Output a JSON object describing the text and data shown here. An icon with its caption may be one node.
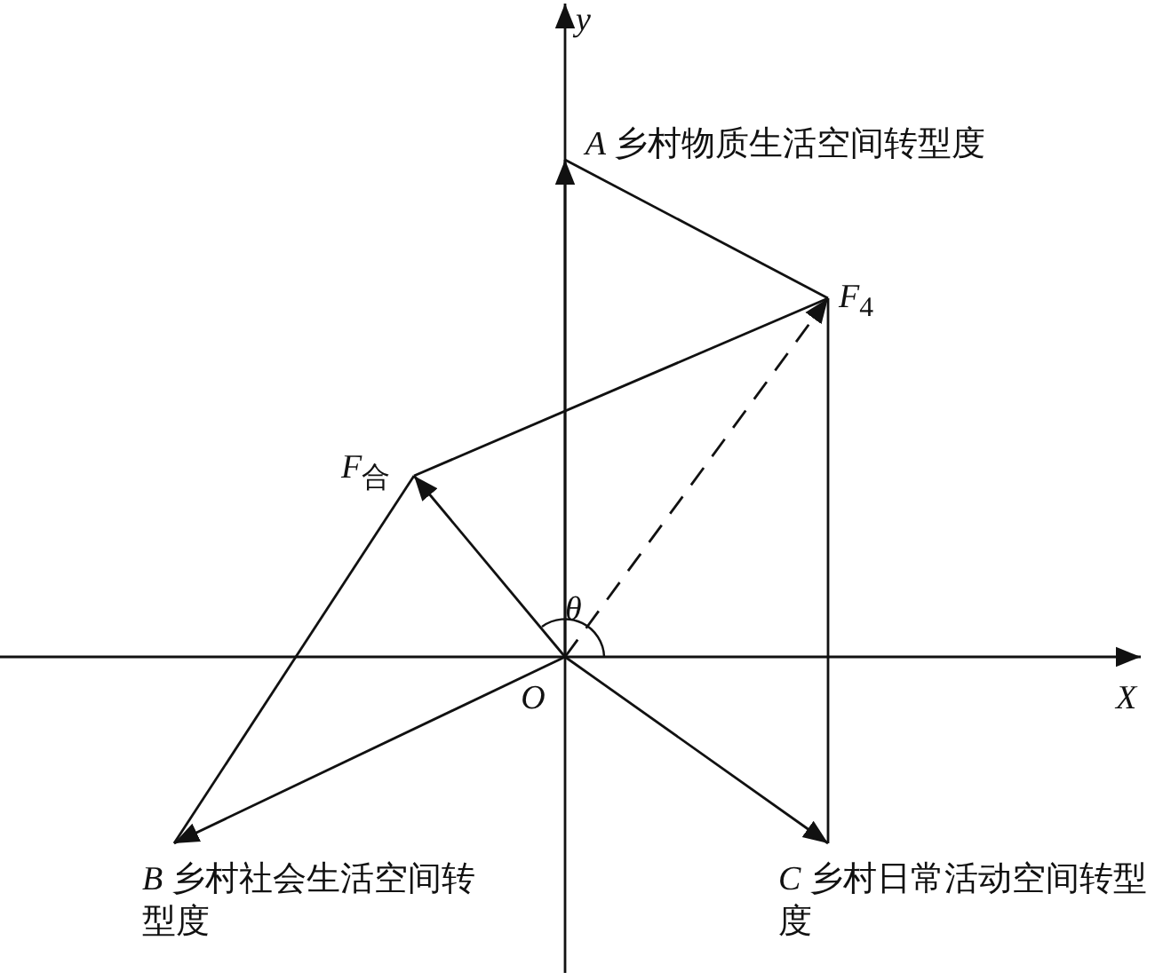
{
  "diagram": {
    "nodes": [
      {
        "text": [
          "*O*"
        ]
      },
      {
        "text": [
          "*A* 乡村物质生活空间转型度"
        ]
      },
      {
        "text": [
          "*B* 乡村社会生活空间转型度"
        ]
      },
      {
        "text": [
          "*C* 乡村日常活动空间转型度"
        ]
      },
      {
        "text": [
          "*F*$_{4}$"
        ]
      },
      {
        "text": [
          "*F*$_{合}$"
        ]
      }
    ],
    "edges": [
      {
        "from": 0,
        "to": 1,
        "arrow": "to"
      },
      {
        "from": 0,
        "to": 2,
        "arrow": "to"
      },
      {
        "from": 0,
        "to": 3,
        "arrow": "to"
      },
      {
        "from": 0,
        "to": 5,
        "arrow": "to"
      },
      {
        "from": 0,
        "to": 4,
        "arrow": "to",
        "style": "dashed"
      },
      {
        "from": 1,
        "to": 4,
        "arrow": "none"
      },
      {
        "from": 3,
        "to": 4,
        "arrow": "none"
      },
      {
        "from": 5,
        "to": 4,
        "arrow": "none"
      },
      {
        "from": 2,
        "to": 5,
        "arrow": "none"
      }
    ],
    "labels": [
      "*y*",
      "*θ*",
      "*X*"
    ]
  }
}
